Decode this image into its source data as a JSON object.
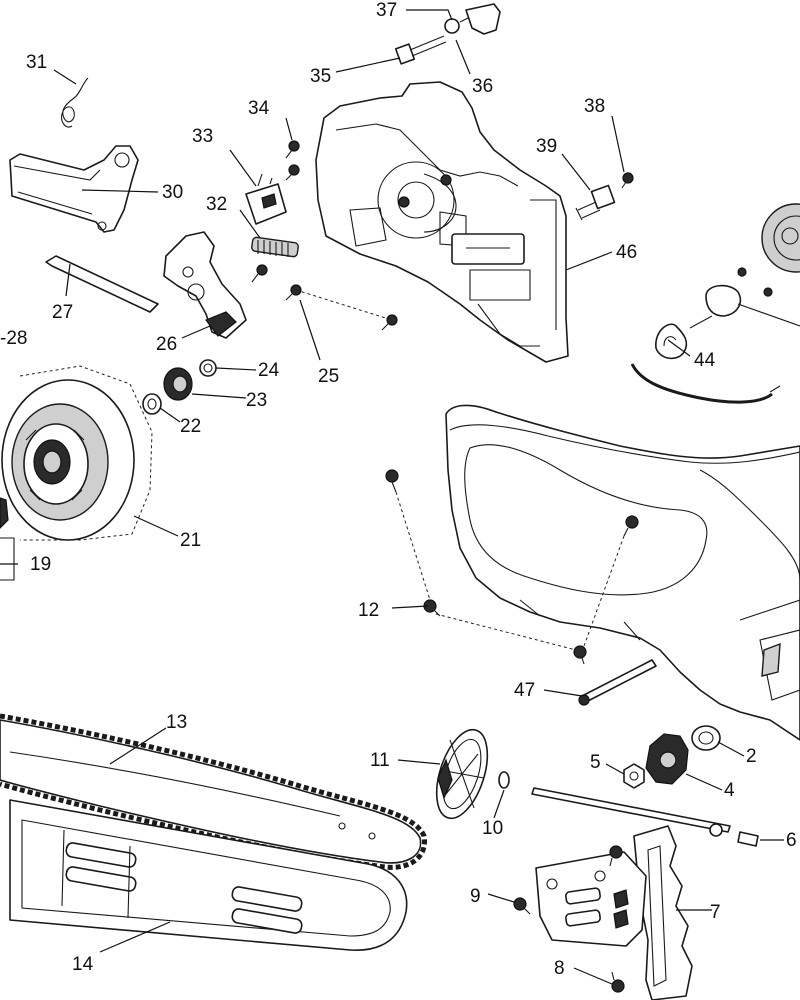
{
  "callouts": [
    {
      "id": "c37",
      "label": "37"
    },
    {
      "id": "c35",
      "label": "35"
    },
    {
      "id": "c36",
      "label": "36"
    },
    {
      "id": "c31",
      "label": "31"
    },
    {
      "id": "c34",
      "label": "34"
    },
    {
      "id": "c38",
      "label": "38"
    },
    {
      "id": "c33",
      "label": "33"
    },
    {
      "id": "c39",
      "label": "39"
    },
    {
      "id": "c30",
      "label": "30"
    },
    {
      "id": "c32",
      "label": "32"
    },
    {
      "id": "c46",
      "label": "46"
    },
    {
      "id": "c27",
      "label": "27"
    },
    {
      "id": "c28",
      "label": "-28"
    },
    {
      "id": "c26",
      "label": "26"
    },
    {
      "id": "c44",
      "label": "44"
    },
    {
      "id": "c24",
      "label": "24"
    },
    {
      "id": "c25",
      "label": "25"
    },
    {
      "id": "c23",
      "label": "23"
    },
    {
      "id": "c22",
      "label": "22"
    },
    {
      "id": "c21",
      "label": "21"
    },
    {
      "id": "c19",
      "label": "19"
    },
    {
      "id": "c12",
      "label": "12"
    },
    {
      "id": "c47",
      "label": "47"
    },
    {
      "id": "c13",
      "label": "13"
    },
    {
      "id": "c11",
      "label": "11"
    },
    {
      "id": "c5",
      "label": "5"
    },
    {
      "id": "c2",
      "label": "2"
    },
    {
      "id": "c4",
      "label": "4"
    },
    {
      "id": "c10",
      "label": "10"
    },
    {
      "id": "c6",
      "label": "6"
    },
    {
      "id": "c9",
      "label": "9"
    },
    {
      "id": "c7",
      "label": "7"
    },
    {
      "id": "c14",
      "label": "14"
    },
    {
      "id": "c8",
      "label": "8"
    }
  ]
}
